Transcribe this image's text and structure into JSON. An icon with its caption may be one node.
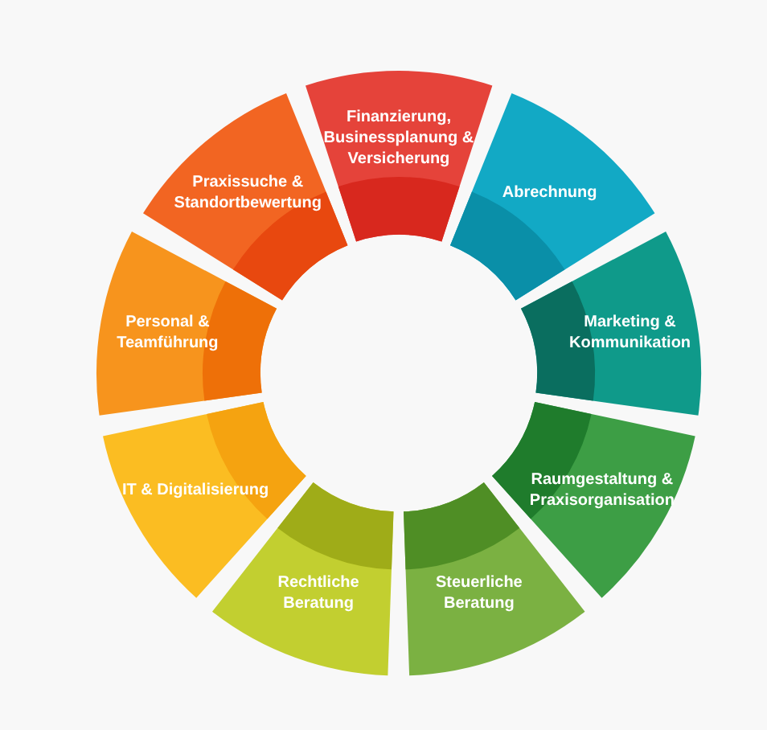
{
  "diagram": {
    "nodes": [
      {
        "text": [
          "Finanzierung, Businessplanung & Versicherung"
        ]
      },
      {
        "text": [
          "Abrechnung"
        ]
      },
      {
        "text": [
          "Marketing & Kommunikation"
        ]
      },
      {
        "text": [
          "Raumgestaltung & Praxisorganisation"
        ]
      },
      {
        "text": [
          "Steuerliche Beratung"
        ]
      },
      {
        "text": [
          "Rechtliche Beratung"
        ]
      },
      {
        "text": [
          "IT & Digitalisierung"
        ]
      },
      {
        "text": [
          "Personal & Teamführung"
        ]
      },
      {
        "text": [
          "Praxissuche & Standortbewertung"
        ]
      }
    ]
  }
}
